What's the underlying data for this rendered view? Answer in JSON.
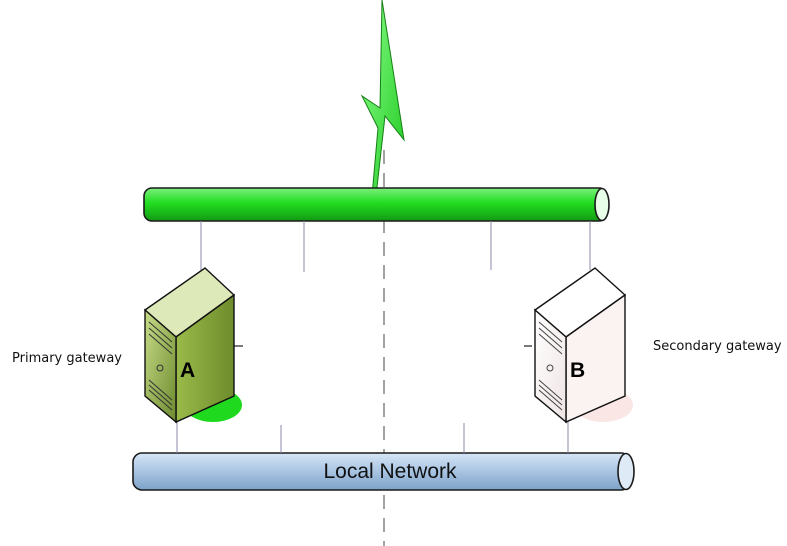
{
  "gateways": {
    "primary": {
      "letter": "A",
      "label": "Primary gateway",
      "color": "#22d922"
    },
    "secondary": {
      "letter": "B",
      "label": "Secondary gateway",
      "color": "#f4d4d4"
    }
  },
  "networks": {
    "wan": {
      "color": "#22dd22"
    },
    "lan": {
      "label": "Local Network",
      "color": "#adc8e6"
    }
  },
  "icons": [
    "lightning-bolt-icon",
    "server-tower-icon"
  ]
}
